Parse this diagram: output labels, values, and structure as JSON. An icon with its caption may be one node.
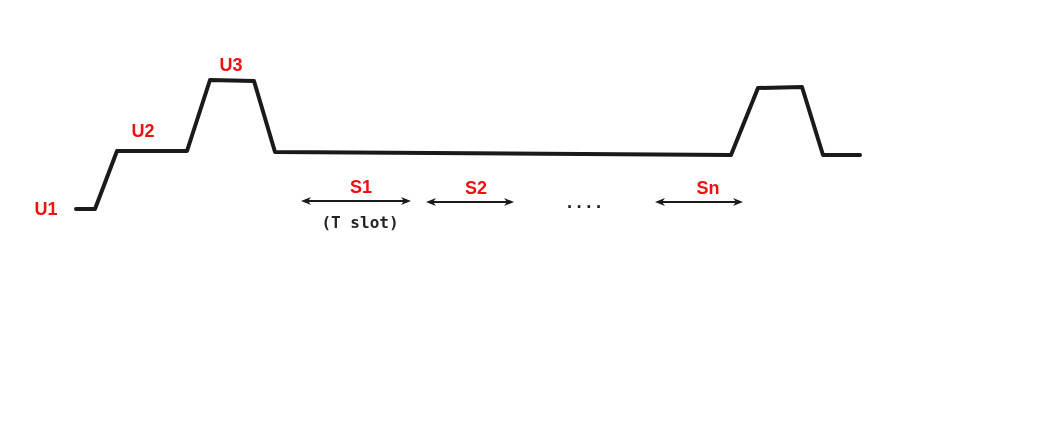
{
  "diagram": {
    "labels": [
      "U3",
      "U2",
      "U1",
      "S1",
      "S2",
      "....",
      "Sn",
      "(T slot)"
    ]
  }
}
